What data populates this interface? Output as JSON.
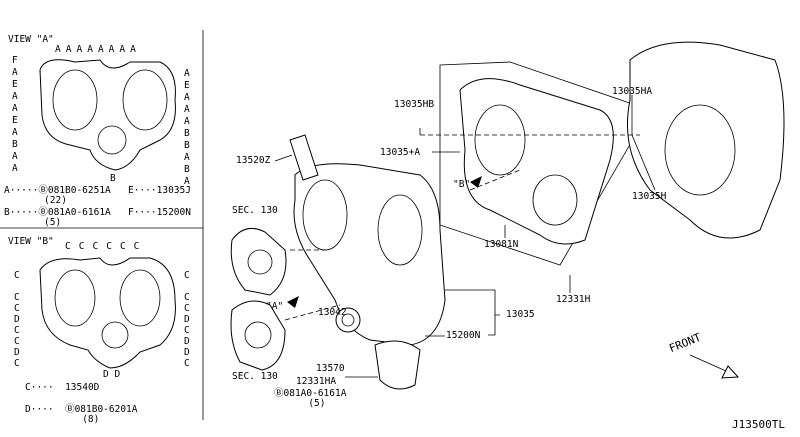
{
  "diagram_id": "J13500TL",
  "view_a": {
    "title": "VIEW \"A\"",
    "legend": [
      {
        "key": "A",
        "part": "Ⓑ081B0-6251A",
        "qty": "(22)"
      },
      {
        "key": "B",
        "part": "Ⓑ081A0-6161A",
        "qty": "(5)"
      },
      {
        "key": "E",
        "part": "13035J",
        "qty": ""
      },
      {
        "key": "F",
        "part": "15200N",
        "qty": ""
      }
    ],
    "letter_a": "A",
    "letter_b": "B",
    "letter_e": "E",
    "letter_f": "F"
  },
  "view_b": {
    "title": "VIEW \"B\"",
    "legend": [
      {
        "key": "C",
        "part": "13540D",
        "qty": ""
      },
      {
        "key": "D",
        "part": "Ⓑ081B0-6201A",
        "qty": "(8)"
      }
    ],
    "letter_c": "C",
    "letter_d": "D"
  },
  "callouts": {
    "p13520Z": "13520Z",
    "sec130_top": "SEC. 130",
    "sec130_bottom": "SEC. 130",
    "p13035HB": "13035HB",
    "p13035A": "13035+A",
    "view_b_marker": "\"B\"",
    "view_a_marker": "\"A\"",
    "p13035HA": "13035HA",
    "p13035H": "13035H",
    "p13081N": "13081N",
    "p12331H": "12331H",
    "p13035": "13035",
    "p15200N": "15200N",
    "p13042": "13042",
    "p13570": "13570",
    "p12331HA": "12331HA",
    "bolt": "Ⓑ081A0-6161A",
    "bolt_qty": "(5)",
    "front": "FRONT"
  }
}
